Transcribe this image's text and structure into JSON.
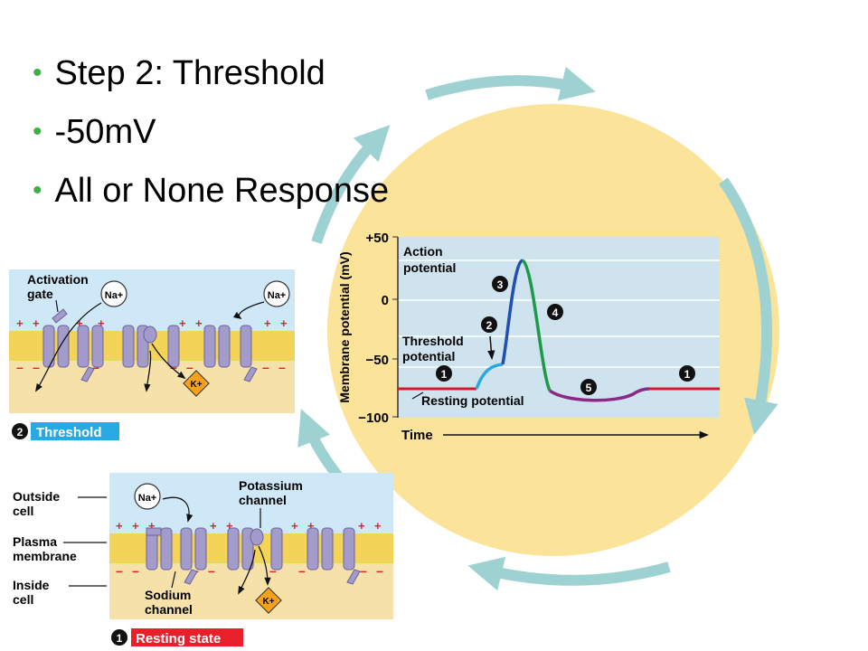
{
  "bullets": [
    "Step 2: Threshold",
    "-50mV",
    "All or None Response"
  ],
  "colors": {
    "bullet": "#3fae49",
    "disc": "#fbe39a",
    "arrows": "#9ed2d2",
    "graph_bg": "#cfe3ee",
    "resting_line": "#d6182a",
    "threshold_curve": "#29a9e1",
    "rising_curve": "#1f4fb0",
    "falling_curve": "#1d9a48",
    "hyperpol_curve": "#8a2a86",
    "panel_outside": "#cfe8f7",
    "panel_inside": "#f6e2a8",
    "membrane": "#f3d456",
    "channel": "#a29bcb",
    "label_bg": "#27a9e1",
    "resting_label_bg": "#e8202a"
  },
  "graph": {
    "ylabel": "Membrane potential (mV)",
    "y_ticks": [
      "+50",
      "0",
      "−50",
      "−100"
    ],
    "xlabel": "Time",
    "label_action": [
      "Action",
      "potential"
    ],
    "label_threshold": [
      "Threshold",
      "potential"
    ],
    "label_resting": "Resting potential",
    "step_numbers": [
      "1",
      "2",
      "3",
      "4",
      "5",
      "1"
    ]
  },
  "threshold_panel": {
    "activation_gate": [
      "Activation",
      "gate"
    ],
    "ion_na": "Na+",
    "ion_k": "K+",
    "step": "2",
    "caption": "Threshold"
  },
  "resting_panel": {
    "outside_cell": [
      "Outside",
      "cell"
    ],
    "plasma_membrane": [
      "Plasma",
      "membrane"
    ],
    "inside_cell": [
      "Inside",
      "cell"
    ],
    "potassium_channel": [
      "Potassium",
      "channel"
    ],
    "sodium_channel": [
      "Sodium",
      "channel"
    ],
    "ion_na": "Na+",
    "ion_k": "K+",
    "step": "1",
    "caption": "Resting state"
  }
}
